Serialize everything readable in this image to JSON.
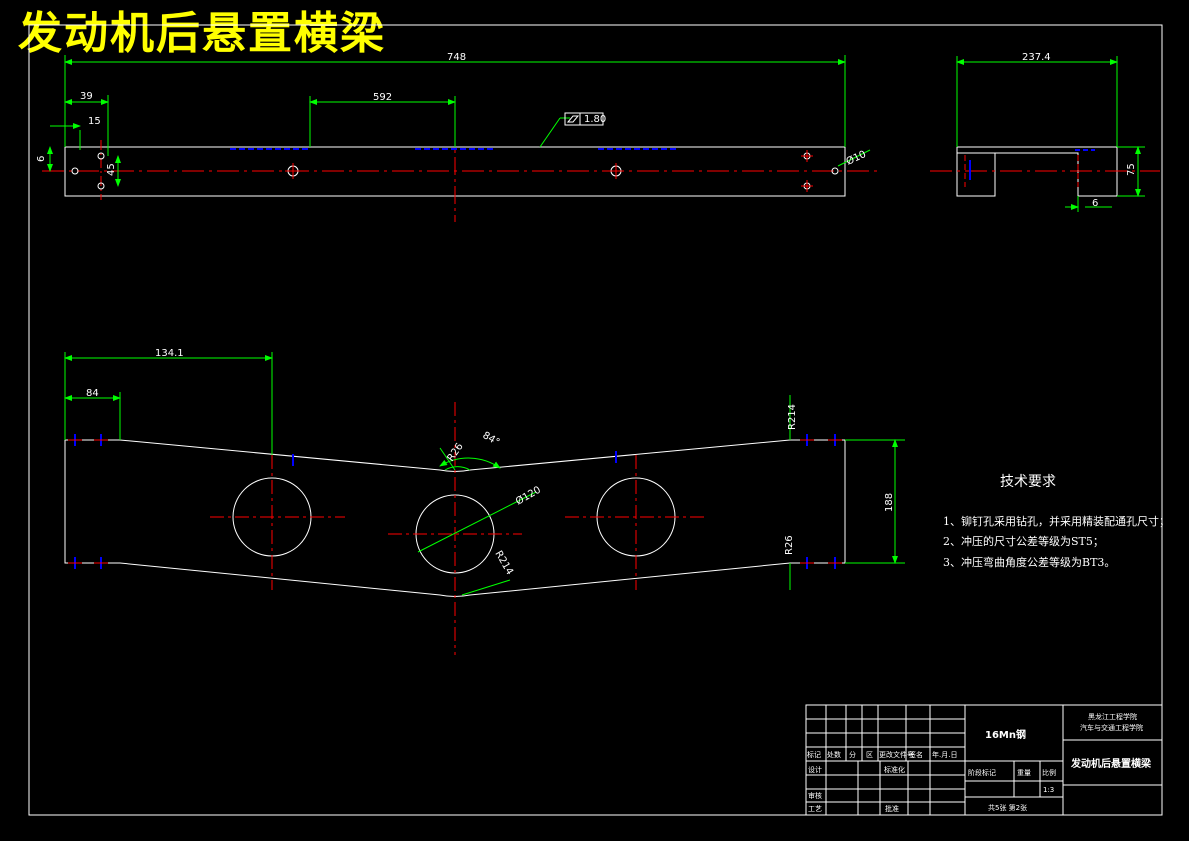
{
  "title": "发动机后悬置横梁",
  "top_view": {
    "dims": {
      "overall": "748",
      "d39": "39",
      "d15": "15",
      "d592": "592",
      "d6": "6",
      "d45": "45",
      "hole": "Ø10",
      "flatness_value": "1.80"
    }
  },
  "side_view": {
    "dims": {
      "width": "237.4",
      "height": "75",
      "thickness": "6"
    }
  },
  "front_view": {
    "dims": {
      "d134": "134.1",
      "d84": "84",
      "r214_top": "R214",
      "r26_top": "R26",
      "angle": "84°",
      "dia120": "Ø120",
      "r214_bottom": "R214",
      "r26_bottom": "R26",
      "height": "188"
    }
  },
  "notes": {
    "title": "技术要求",
    "items": [
      "1、铆钉孔采用钻孔，并采用精装配通孔尺寸；",
      "2、冲压的尺寸公差等级为ST5；",
      "3、冲压弯曲角度公差等级为BT3。"
    ]
  },
  "title_block": {
    "school_line1": "黑龙江工程学院",
    "school_line2": "汽车与交通工程学院",
    "material": "16Mn钢",
    "part_name": "发动机后悬置横梁",
    "headers": [
      "标记",
      "处数",
      "分",
      "区",
      "更改文件号",
      "签名",
      "年.月.日"
    ],
    "row_labels": [
      "设计",
      "审核",
      "工艺"
    ],
    "standardization": "标准化",
    "approve": "批准",
    "stage_label": "阶段标记",
    "weight_label": "重量",
    "scale_label": "比例",
    "scale_value": "1:3",
    "sheets": "共5张  第2张"
  },
  "colors": {
    "background": "#000000",
    "outline": "#ffffff",
    "dimension": "#00ff00",
    "centerline": "#ff0000",
    "hidden": "#0000ff",
    "title": "#ffff00"
  }
}
